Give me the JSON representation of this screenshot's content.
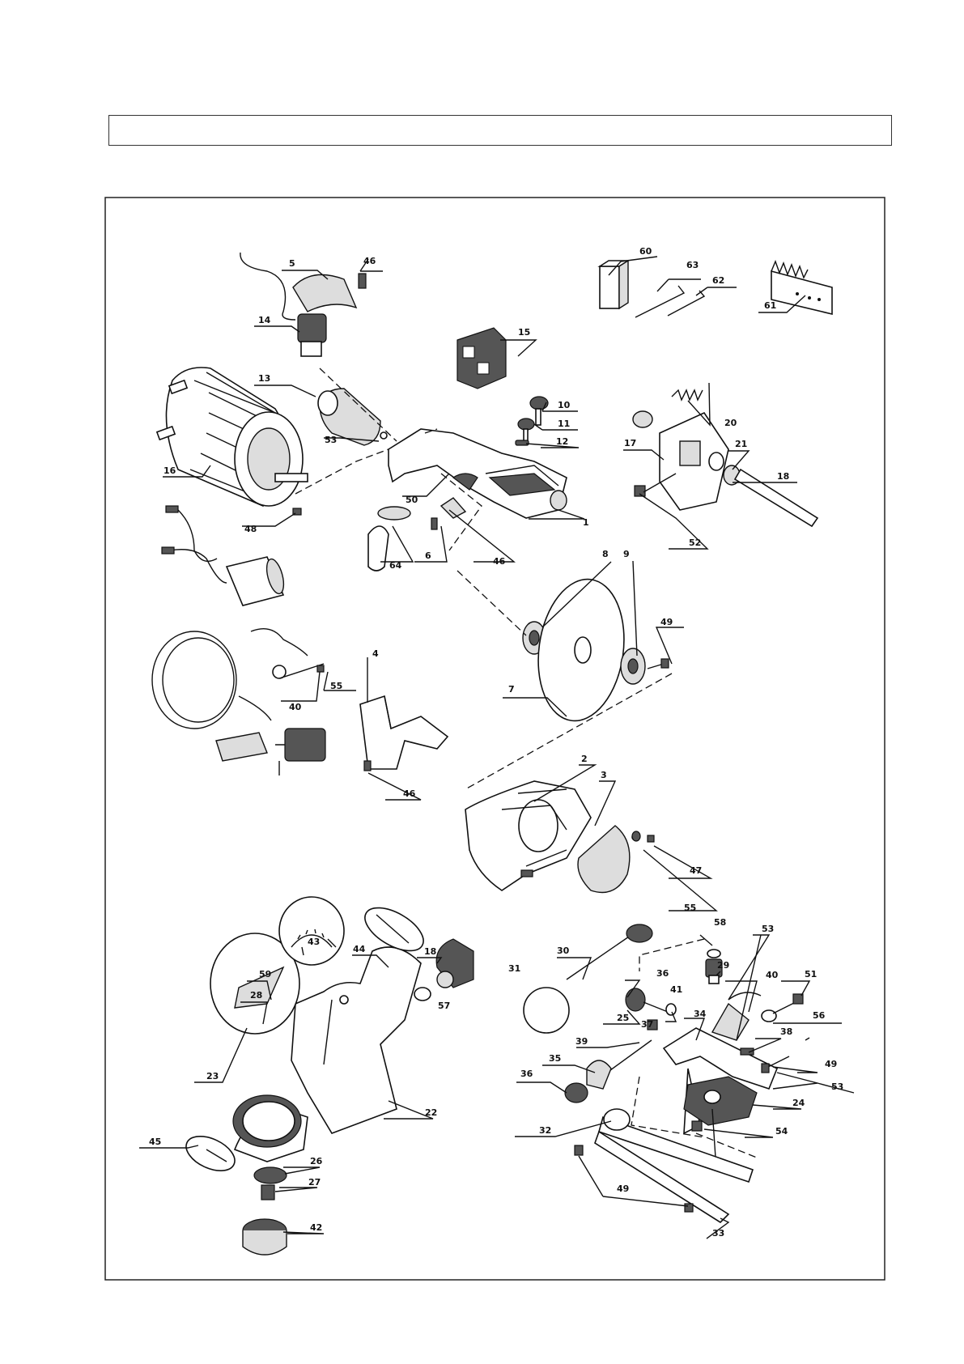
{
  "labels": [
    {
      "id": "60",
      "t": "60"
    },
    {
      "id": "63",
      "t": "63"
    },
    {
      "id": "62",
      "t": "62"
    },
    {
      "id": "61",
      "t": "61"
    },
    {
      "id": "5",
      "t": "5"
    },
    {
      "id": "46a",
      "t": "46"
    },
    {
      "id": "14",
      "t": "14"
    },
    {
      "id": "15",
      "t": "15"
    },
    {
      "id": "13",
      "t": "13"
    },
    {
      "id": "10",
      "t": "10"
    },
    {
      "id": "11",
      "t": "11"
    },
    {
      "id": "12",
      "t": "12"
    },
    {
      "id": "20",
      "t": "20"
    },
    {
      "id": "17",
      "t": "17"
    },
    {
      "id": "21",
      "t": "21"
    },
    {
      "id": "18a",
      "t": "18"
    },
    {
      "id": "53a",
      "t": "53"
    },
    {
      "id": "16",
      "t": "16"
    },
    {
      "id": "50",
      "t": "50"
    },
    {
      "id": "1",
      "t": "1"
    },
    {
      "id": "52",
      "t": "52"
    },
    {
      "id": "48",
      "t": "48"
    },
    {
      "id": "64",
      "t": "64"
    },
    {
      "id": "6",
      "t": "6"
    },
    {
      "id": "46b",
      "t": "46"
    },
    {
      "id": "8",
      "t": "8"
    },
    {
      "id": "9",
      "t": "9"
    },
    {
      "id": "49a",
      "t": "49"
    },
    {
      "id": "55a",
      "t": "55"
    },
    {
      "id": "40a",
      "t": "40"
    },
    {
      "id": "7",
      "t": "7"
    },
    {
      "id": "4",
      "t": "4"
    },
    {
      "id": "46c",
      "t": "46"
    },
    {
      "id": "2",
      "t": "2"
    },
    {
      "id": "3",
      "t": "3"
    },
    {
      "id": "47",
      "t": "47"
    },
    {
      "id": "55b",
      "t": "55"
    },
    {
      "id": "58",
      "t": "58"
    },
    {
      "id": "53b",
      "t": "53"
    },
    {
      "id": "43",
      "t": "43"
    },
    {
      "id": "44",
      "t": "44"
    },
    {
      "id": "18b",
      "t": "18"
    },
    {
      "id": "30",
      "t": "30"
    },
    {
      "id": "29",
      "t": "29"
    },
    {
      "id": "59",
      "t": "59"
    },
    {
      "id": "28",
      "t": "28"
    },
    {
      "id": "31",
      "t": "31"
    },
    {
      "id": "36a",
      "t": "36"
    },
    {
      "id": "40b",
      "t": "40"
    },
    {
      "id": "51",
      "t": "51"
    },
    {
      "id": "57",
      "t": "57"
    },
    {
      "id": "25",
      "t": "25"
    },
    {
      "id": "41",
      "t": "41"
    },
    {
      "id": "34",
      "t": "34"
    },
    {
      "id": "56",
      "t": "56"
    },
    {
      "id": "37",
      "t": "37"
    },
    {
      "id": "38",
      "t": "38"
    },
    {
      "id": "23",
      "t": "23"
    },
    {
      "id": "39",
      "t": "39"
    },
    {
      "id": "49b",
      "t": "49"
    },
    {
      "id": "35",
      "t": "35"
    },
    {
      "id": "36b",
      "t": "36"
    },
    {
      "id": "53c",
      "t": "53"
    },
    {
      "id": "24",
      "t": "24"
    },
    {
      "id": "22",
      "t": "22"
    },
    {
      "id": "32",
      "t": "32"
    },
    {
      "id": "54",
      "t": "54"
    },
    {
      "id": "45",
      "t": "45"
    },
    {
      "id": "26",
      "t": "26"
    },
    {
      "id": "27",
      "t": "27"
    },
    {
      "id": "49c",
      "t": "49"
    },
    {
      "id": "42",
      "t": "42"
    },
    {
      "id": "33",
      "t": "33"
    }
  ]
}
